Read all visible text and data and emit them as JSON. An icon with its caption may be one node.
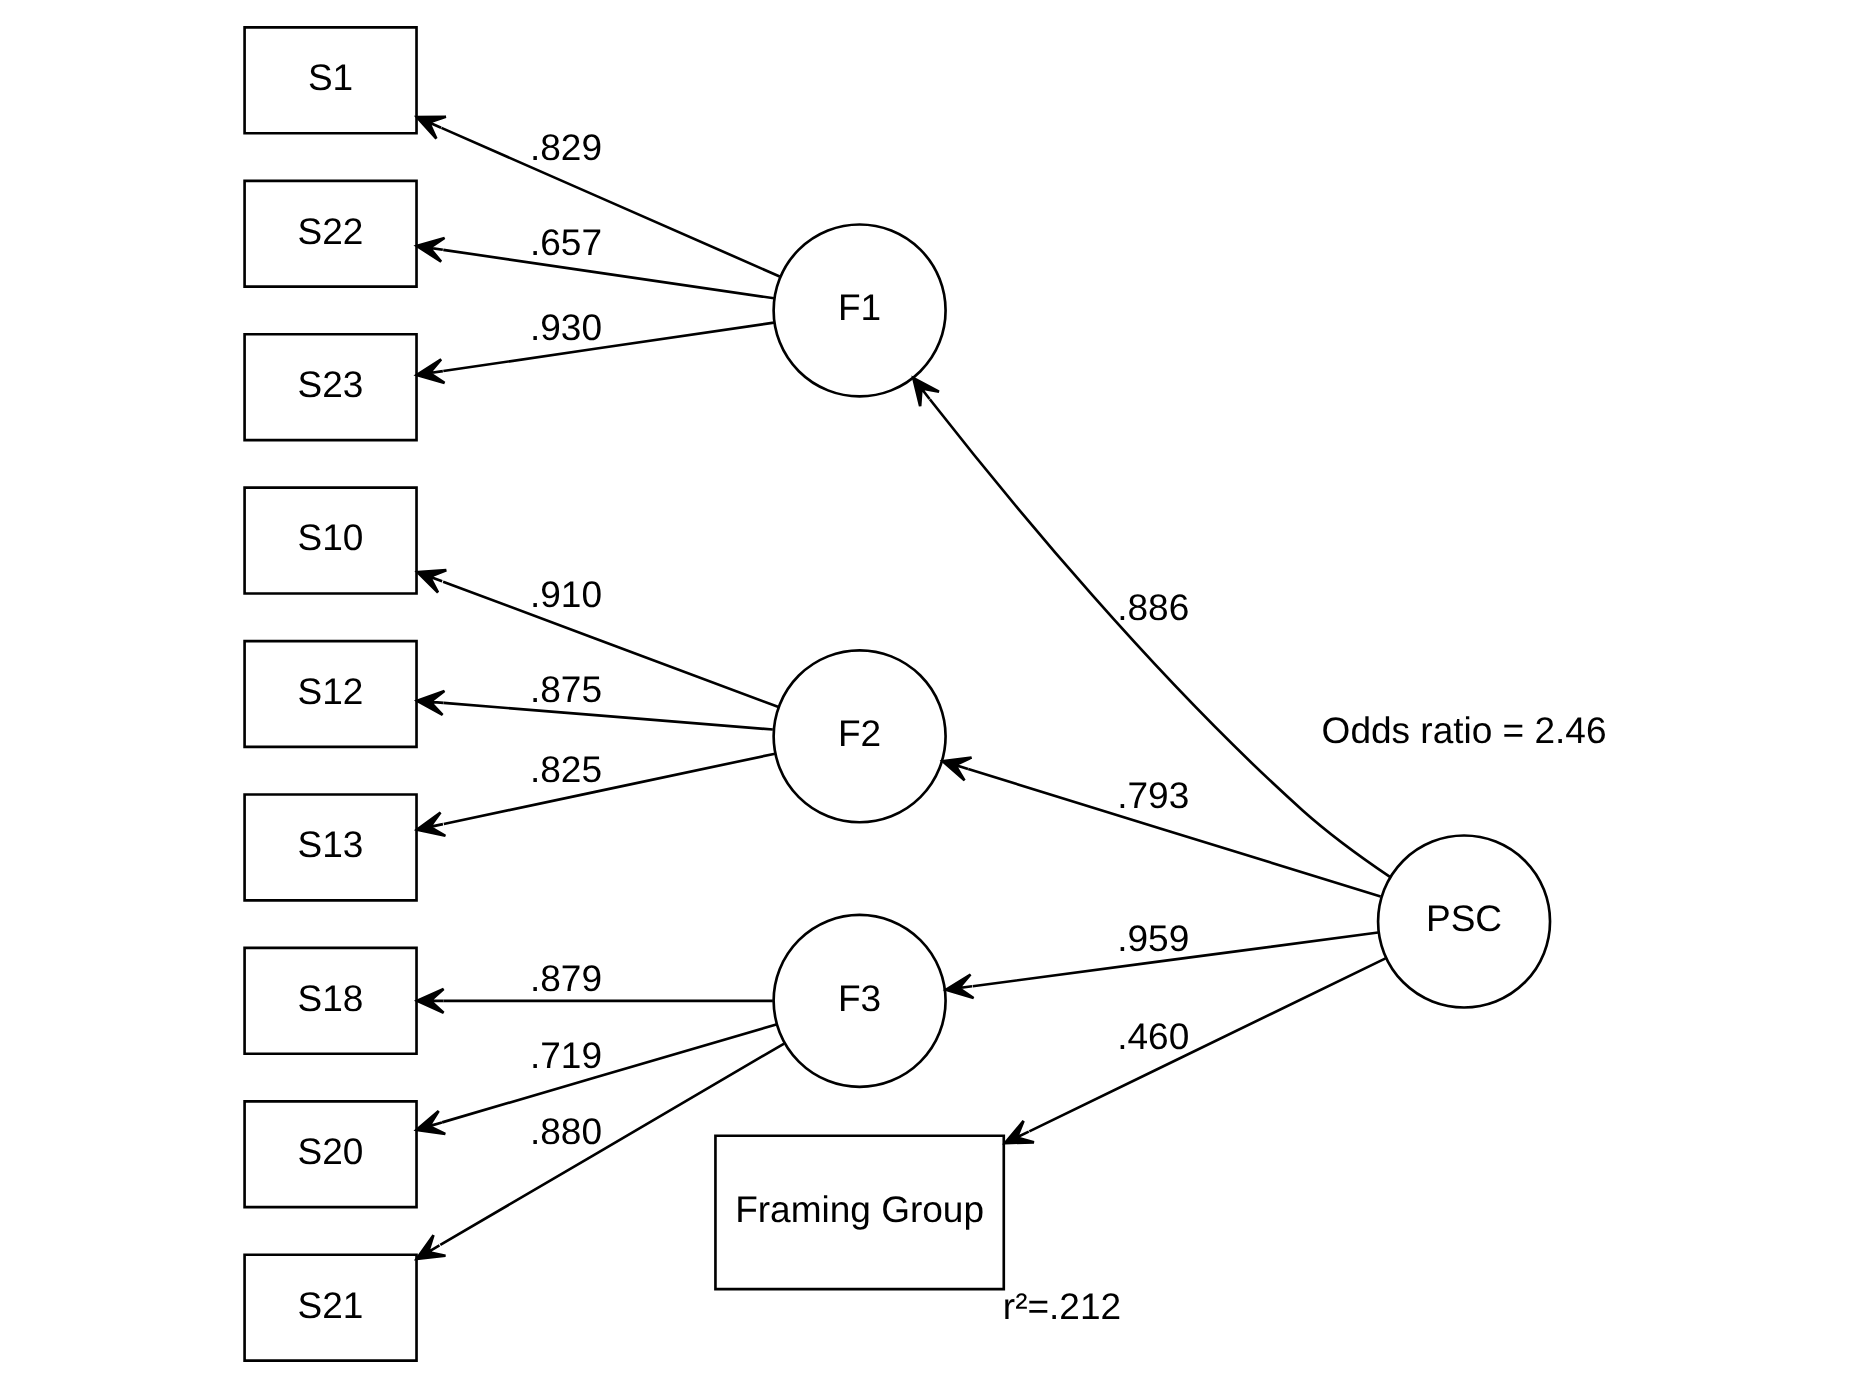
{
  "diagram": {
    "nodes": [
      {
        "text": [
          "S1"
        ]
      },
      {
        "text": [
          "S22"
        ]
      },
      {
        "text": [
          "S23"
        ]
      },
      {
        "text": [
          "S10"
        ]
      },
      {
        "text": [
          "S12"
        ]
      },
      {
        "text": [
          "S13"
        ]
      },
      {
        "text": [
          "S18"
        ]
      },
      {
        "text": [
          "S20"
        ]
      },
      {
        "text": [
          "S21"
        ]
      },
      {
        "text": [
          "F1"
        ]
      },
      {
        "text": [
          "F2"
        ]
      },
      {
        "text": [
          "F3"
        ]
      },
      {
        "text": [
          "PSC"
        ]
      },
      {
        "text": [
          "Framing Group"
        ],
        "beside": [
          "r²=.212"
        ]
      }
    ],
    "edges": [
      {
        "from": 9,
        "to": 0,
        "arrow": "to",
        "label": ".829"
      },
      {
        "from": 9,
        "to": 1,
        "arrow": "to",
        "label": ".657"
      },
      {
        "from": 9,
        "to": 2,
        "arrow": "to",
        "label": ".930"
      },
      {
        "from": 10,
        "to": 3,
        "arrow": "to",
        "label": ".910"
      },
      {
        "from": 10,
        "to": 4,
        "arrow": "to",
        "label": ".875"
      },
      {
        "from": 10,
        "to": 5,
        "arrow": "to",
        "label": ".825"
      },
      {
        "from": 11,
        "to": 6,
        "arrow": "to",
        "label": ".879"
      },
      {
        "from": 11,
        "to": 7,
        "arrow": "to",
        "label": ".719"
      },
      {
        "from": 11,
        "to": 8,
        "arrow": "to",
        "label": ".880"
      },
      {
        "from": 12,
        "to": 9,
        "arrow": "to",
        "label": ".886"
      },
      {
        "from": 12,
        "to": 10,
        "arrow": "to",
        "label": ".793"
      },
      {
        "from": 12,
        "to": 11,
        "arrow": "to",
        "label": ".959"
      },
      {
        "from": 12,
        "to": 13,
        "arrow": "to",
        "label": ".460"
      }
    ],
    "labels": [
      "Odds ratio = 2.46"
    ]
  }
}
